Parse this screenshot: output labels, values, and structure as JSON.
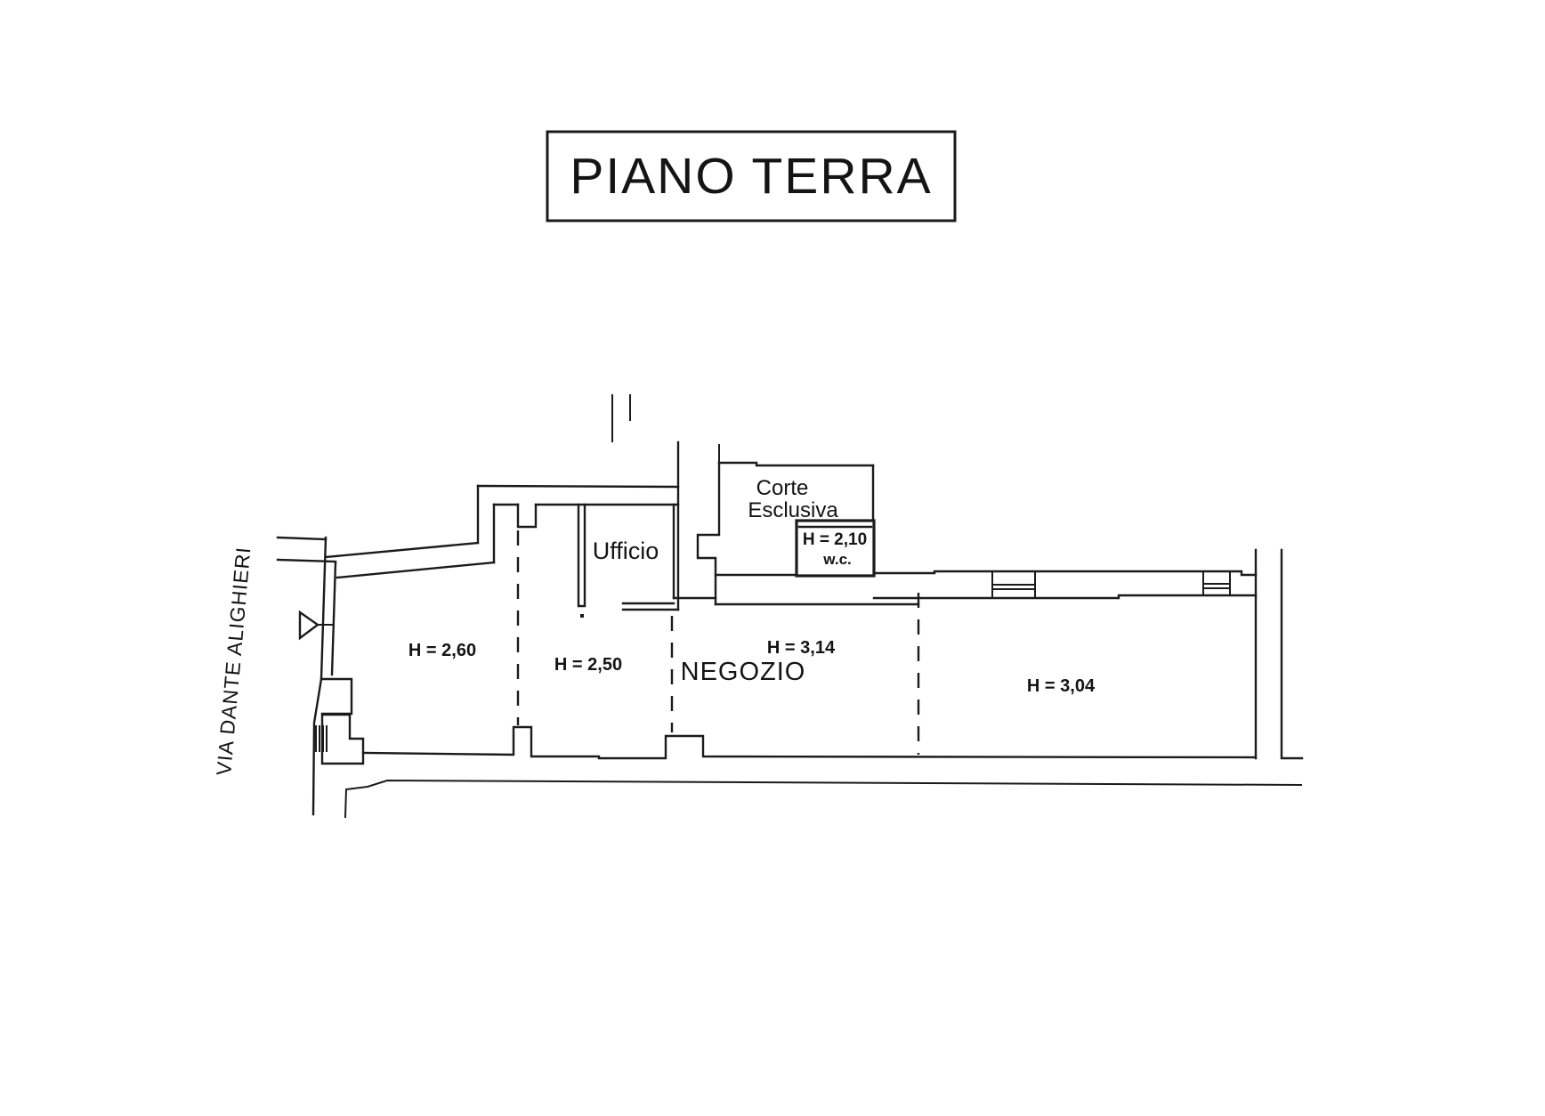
{
  "document": {
    "background": "#ffffff",
    "ink": "#1b1b1b"
  },
  "title_block": {
    "label": "PIANO TERRA"
  },
  "street": {
    "label": "VIA DANTE ALIGHIERI"
  },
  "plan": {
    "rooms": {
      "left": {
        "height_label": "H = 2,60"
      },
      "middle": {
        "height_label": "H = 2,50"
      },
      "ufficio": {
        "name": "Ufficio"
      },
      "negozio": {
        "name": "NEGOZIO",
        "height_label": "H = 3,14"
      },
      "right": {
        "height_label": "H = 3,04"
      },
      "corte": {
        "name_line1": "Corte",
        "name_line2": "Esclusiva"
      },
      "wc": {
        "name": "w.c.",
        "height_label": "H = 2,10"
      }
    }
  }
}
